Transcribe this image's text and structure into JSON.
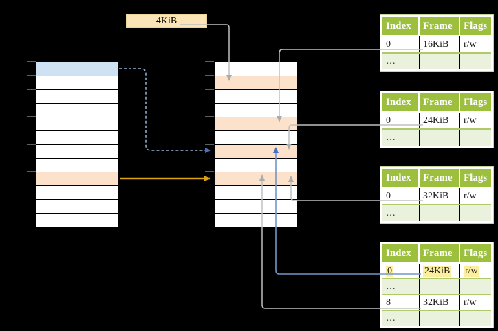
{
  "frame_size_label": "4KiB",
  "memory_layout": {
    "left_column_rows": 12,
    "middle_column_rows": 12,
    "left_blue_row": 1,
    "left_orange_row": 9,
    "middle_orange_rows": [
      2,
      5,
      7,
      9
    ],
    "address_tick_rows": [
      1,
      2,
      3,
      5,
      7,
      9
    ]
  },
  "page_tables": [
    {
      "headers": [
        "Index",
        "Frame",
        "Flags"
      ],
      "rows": [
        [
          "0",
          "16KiB",
          "r/w"
        ],
        [
          "…",
          "",
          ""
        ]
      ]
    },
    {
      "headers": [
        "Index",
        "Frame",
        "Flags"
      ],
      "rows": [
        [
          "0",
          "24KiB",
          "r/w"
        ],
        [
          "…",
          "",
          ""
        ]
      ]
    },
    {
      "headers": [
        "Index",
        "Frame",
        "Flags"
      ],
      "rows": [
        [
          "0",
          "32KiB",
          "r/w"
        ],
        [
          "…",
          "",
          ""
        ]
      ]
    },
    {
      "headers": [
        "Index",
        "Frame",
        "Flags"
      ],
      "rows": [
        [
          "0",
          "24KiB",
          "r/w"
        ],
        [
          "…",
          "",
          ""
        ],
        [
          "8",
          "32KiB",
          "r/w"
        ],
        [
          "…",
          "",
          ""
        ]
      ],
      "highlighted_row": 0
    }
  ],
  "colors": {
    "bg": "#000000",
    "cell-blue": "#cfe2f3",
    "cell-orange": "#fce2cb",
    "label-cream": "#fbe5b6",
    "tbl-header": "#9cbf3e",
    "tbl-row-alt": "#eaf1dd",
    "tbl-border": "#c3d69b",
    "tbl-sep": "#b0c96a",
    "hl-yellow": "#fcee9e",
    "arrow-gray": "#c0c0c0",
    "arrow-gray-head": "#ababab",
    "arrow-blue": "#7396c8",
    "arrow-blue-head": "#4472c4",
    "arrow-dash-blue": "#95b3d7",
    "arrow-gold": "#dba112",
    "tick-gray": "#7f7f7f"
  }
}
